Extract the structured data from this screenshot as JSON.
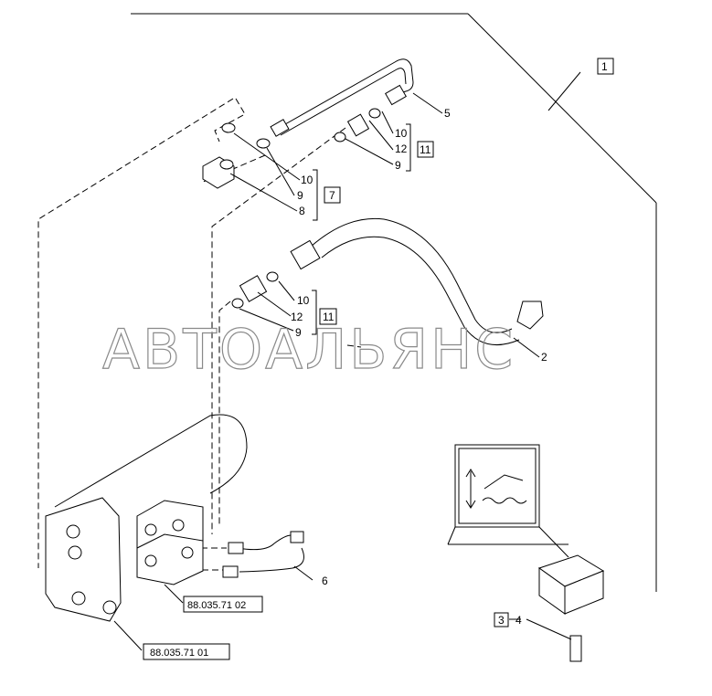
{
  "watermark": "АВТОАЛЬЯНС",
  "callouts": {
    "c1": "1",
    "c2": "2",
    "c3": "3",
    "c4": "4",
    "c5": "5",
    "c6": "6",
    "c7": "7",
    "c8": "8",
    "c9a": "9",
    "c10a": "10",
    "c9b": "9",
    "c10b": "10",
    "c12b": "12",
    "c11b": "11",
    "c9c": "9",
    "c10c": "10",
    "c12c": "12",
    "c11c": "11"
  },
  "references": {
    "valve": "88.035.71 02",
    "bracket": "88.035.71 01"
  }
}
